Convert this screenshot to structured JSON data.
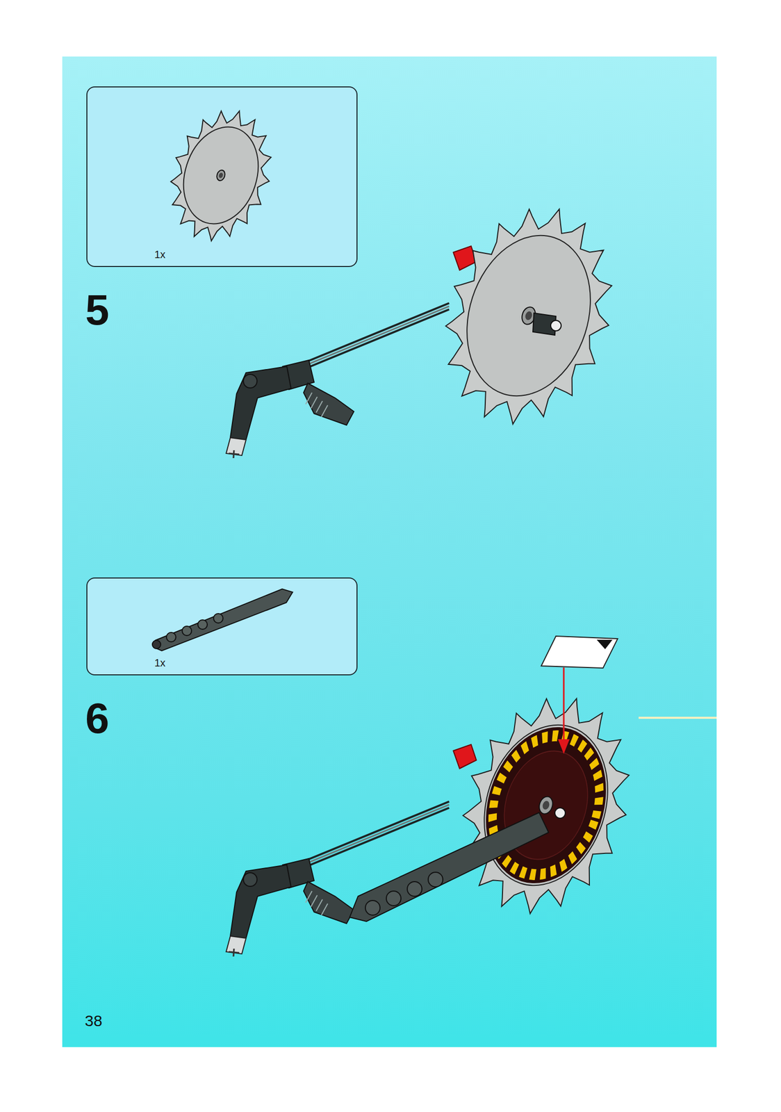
{
  "diagram": {
    "nodes": [
      {
        "text": [
          "1x"
        ]
      },
      {
        "text": [
          "1x"
        ]
      }
    ],
    "labels": [
      "5",
      "6",
      "38"
    ]
  }
}
